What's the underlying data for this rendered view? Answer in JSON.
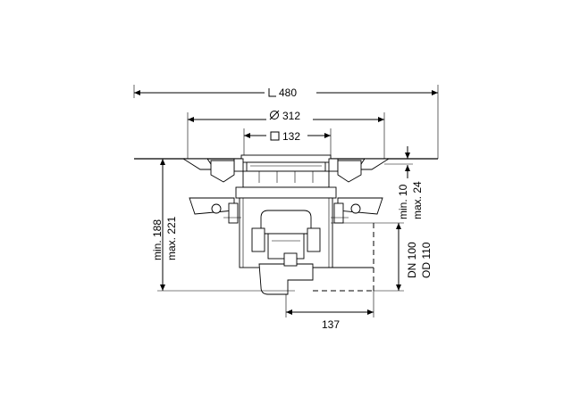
{
  "dimensions": {
    "overall_width": "480",
    "flange_diameter": "312",
    "grate_size": "132",
    "height_min": "min. 188",
    "height_max": "max. 221",
    "pipe_dn": "DN 100",
    "pipe_od": "OD 110",
    "offset_min": "min. 10",
    "offset_max": "max. 24",
    "outlet_distance": "137"
  },
  "symbols": {
    "width_symbol": "angle-length-icon",
    "diameter_symbol": "diameter-icon",
    "square_symbol": "square-icon"
  }
}
